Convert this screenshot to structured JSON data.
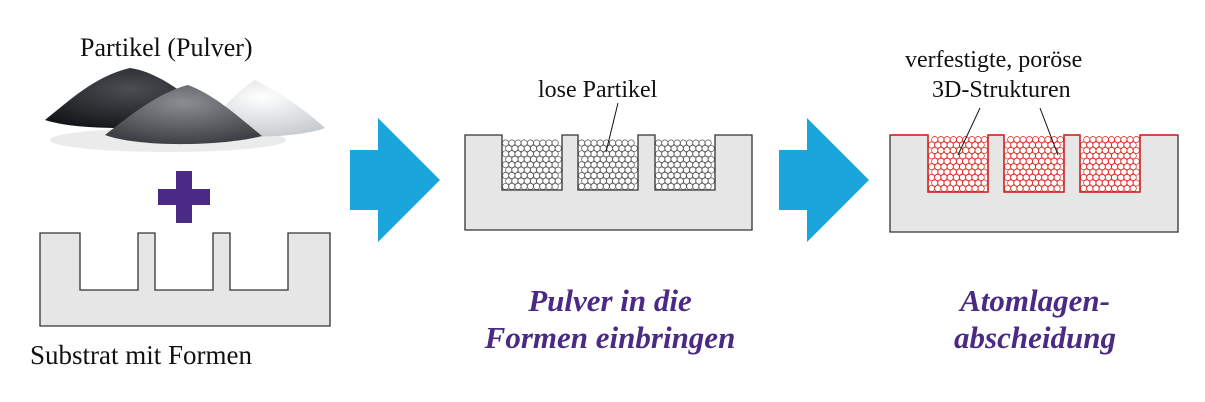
{
  "labels": {
    "powder": "Partikel (Pulver)",
    "substrate": "Substrat mit Formen",
    "loose": "lose Partikel",
    "structures_line1": "verfestigte, poröse",
    "structures_line2": "3D-Strukturen"
  },
  "steps": {
    "fill_line1": "Pulver in die",
    "fill_line2": "Formen einbringen",
    "ald_line1": "Atomlagen-",
    "ald_line2": "abscheidung"
  },
  "colors": {
    "arrow": "#1aa6dc",
    "plus": "#4b2a85",
    "step_text": "#4b2a85",
    "substrate_fill": "#e6e6e6",
    "substrate_stroke": "#333333",
    "loose_particle": "#555555",
    "consolidated_particle": "#e0201b"
  },
  "icons": {
    "powder": "powder-piles-image",
    "plus": "plus-icon",
    "arrow": "right-arrow-icon"
  }
}
